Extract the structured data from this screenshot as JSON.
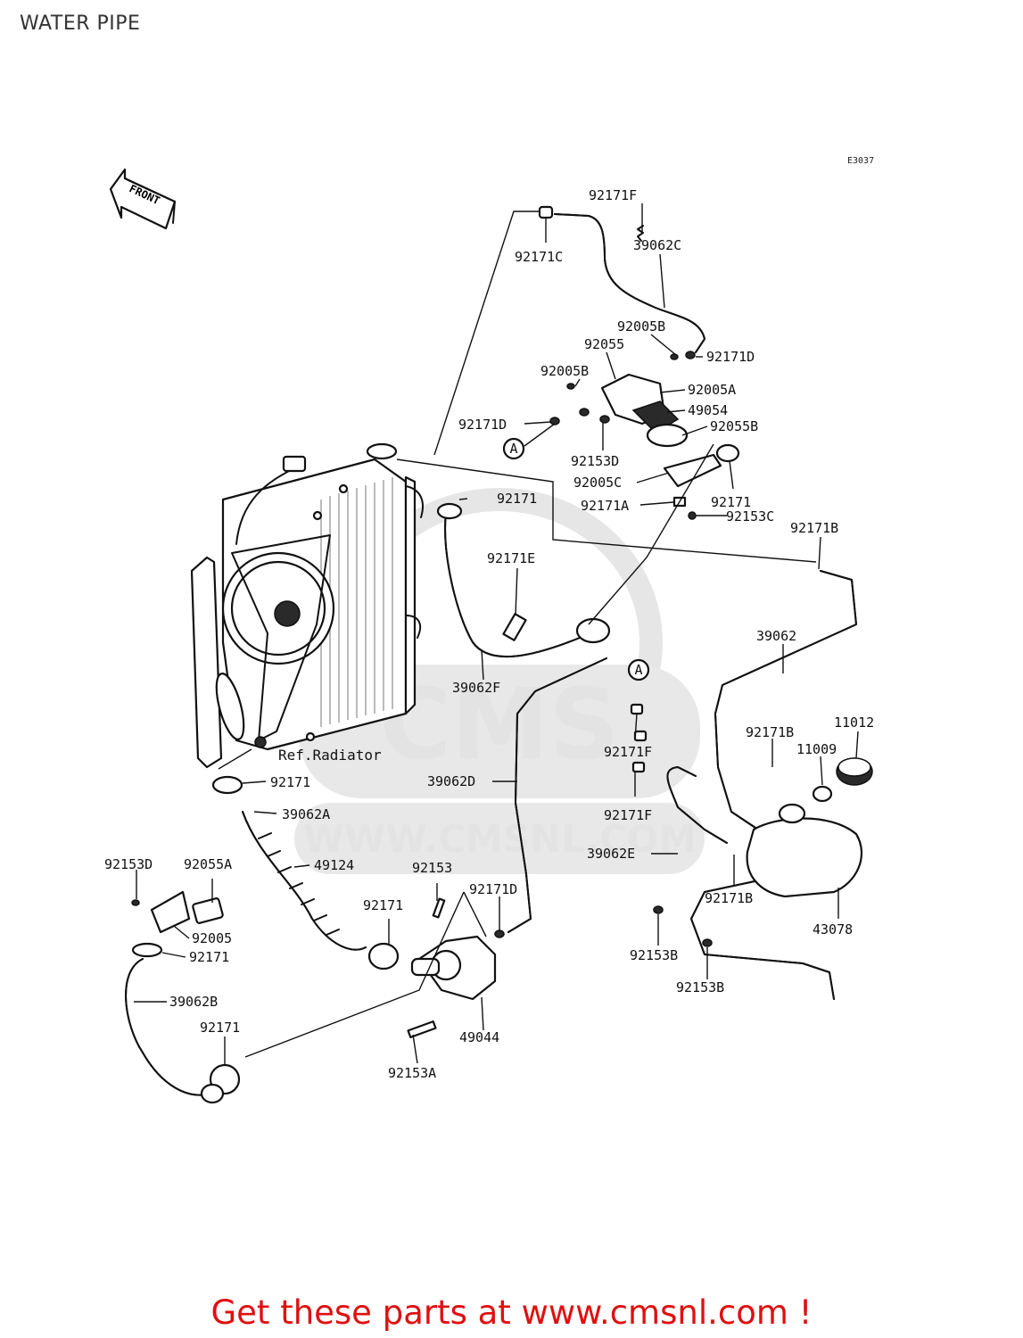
{
  "page": {
    "title": "WATER PIPE",
    "diagram_code": "E3037",
    "front_arrow": "FRONT"
  },
  "watermark": {
    "text": "WWW.CMSNL.COM",
    "logo_text": "CMS"
  },
  "footer": {
    "text": "Get these parts at www.cmsnl.com !"
  },
  "ref_label": "Ref.Radiator",
  "view_marker": "A",
  "labels": {
    "p1": "92171F",
    "p2": "92171C",
    "p3": "39062C",
    "p4": "92005B",
    "p5": "92055",
    "p6": "92171D",
    "p7": "92005B",
    "p8": "92005A",
    "p9": "92171D",
    "p10": "49054",
    "p11": "92055B",
    "p12": "92153D",
    "p13": "92005C",
    "p14": "92171",
    "p15": "92171",
    "p16": "92171A",
    "p17": "92153C",
    "p18": "92171B",
    "p19": "92171E",
    "p20": "39062",
    "p21": "39062F",
    "p22": "92171F",
    "p23": "92171B",
    "p24": "11012",
    "p25": "11009",
    "p26": "39062D",
    "p27": "92171F",
    "p28": "92171",
    "p29": "39062A",
    "p30": "39062E",
    "p31": "92153D",
    "p32": "92055A",
    "p33": "49124",
    "p34": "92153",
    "p35": "92171D",
    "p36": "92171B",
    "p37": "92171",
    "p38": "92005",
    "p39": "92171",
    "p40": "92153B",
    "p41": "43078",
    "p42": "39062B",
    "p43": "92153B",
    "p44": "92171",
    "p45": "49044",
    "p46": "92153A"
  }
}
